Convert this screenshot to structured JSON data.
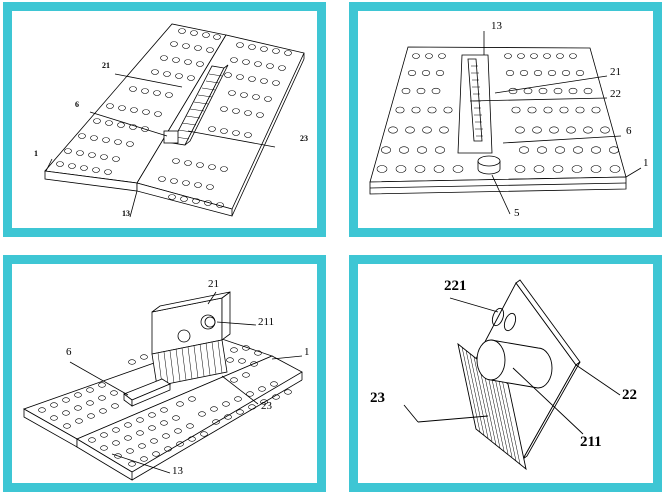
{
  "colors": {
    "frame": "#3ec6d4",
    "ink": "#000000",
    "background": "#ffffff"
  },
  "panels": [
    {
      "labels": [
        "21",
        "6",
        "1",
        "13",
        "23"
      ]
    },
    {
      "labels": [
        "13",
        "21",
        "22",
        "6",
        "1",
        "5"
      ]
    },
    {
      "labels": [
        "21",
        "211",
        "6",
        "1",
        "23",
        "13"
      ]
    },
    {
      "labels": [
        "221",
        "22",
        "23",
        "211"
      ]
    }
  ]
}
